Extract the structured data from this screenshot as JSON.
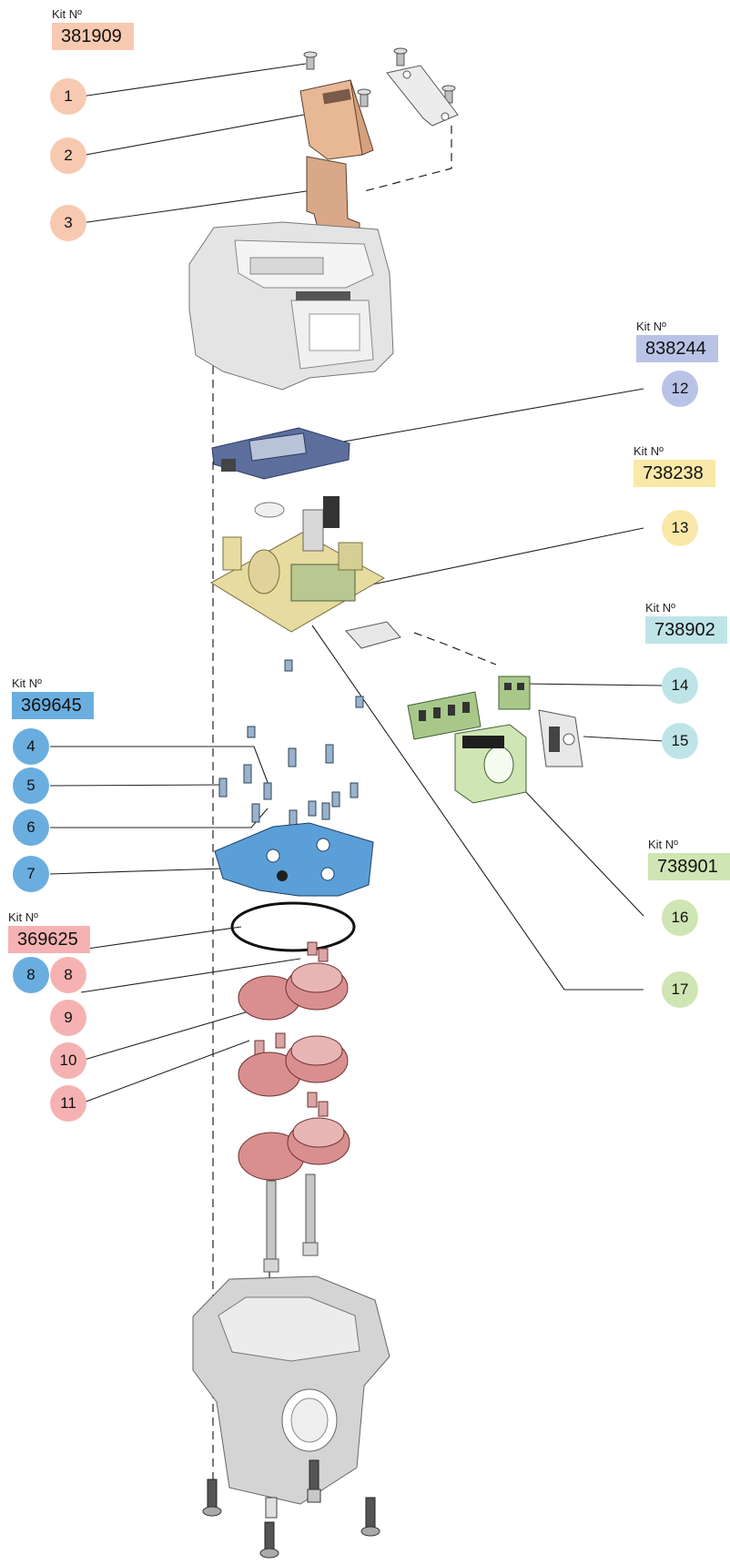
{
  "kits": [
    {
      "id": "kit-381909",
      "label": "Kit Nº",
      "code": "381909",
      "color": "#f7c9b0"
    },
    {
      "id": "kit-838244",
      "label": "Kit Nº",
      "code": "838244",
      "color": "#b9c3e6"
    },
    {
      "id": "kit-738238",
      "label": "Kit Nº",
      "code": "738238",
      "color": "#f9e8a8"
    },
    {
      "id": "kit-738902",
      "label": "Kit Nº",
      "code": "738902",
      "color": "#bfe4e8"
    },
    {
      "id": "kit-369645",
      "label": "Kit Nº",
      "code": "369645",
      "color": "#6aaee0"
    },
    {
      "id": "kit-738901",
      "label": "Kit Nº",
      "code": "738901",
      "color": "#cfe5b3"
    },
    {
      "id": "kit-369625",
      "label": "Kit Nº",
      "code": "369625",
      "color": "#f6b2b2"
    }
  ],
  "callouts": [
    {
      "n": "1",
      "color": "#f7c9b0"
    },
    {
      "n": "2",
      "color": "#f7c9b0"
    },
    {
      "n": "3",
      "color": "#f7c9b0"
    },
    {
      "n": "4",
      "color": "#6aaee0"
    },
    {
      "n": "5",
      "color": "#6aaee0"
    },
    {
      "n": "6",
      "color": "#6aaee0"
    },
    {
      "n": "7",
      "color": "#6aaee0"
    },
    {
      "n": "8",
      "color": "#6aaee0"
    },
    {
      "n": "8",
      "color": "#f6b2b2"
    },
    {
      "n": "9",
      "color": "#f6b2b2"
    },
    {
      "n": "10",
      "color": "#f6b2b2"
    },
    {
      "n": "11",
      "color": "#f6b2b2"
    },
    {
      "n": "12",
      "color": "#b9c3e6"
    },
    {
      "n": "13",
      "color": "#f9e8a8"
    },
    {
      "n": "14",
      "color": "#bfe4e8"
    },
    {
      "n": "15",
      "color": "#bfe4e8"
    },
    {
      "n": "16",
      "color": "#cfe5b3"
    },
    {
      "n": "17",
      "color": "#cfe5b3"
    }
  ],
  "part_colors": {
    "top_cover": "#e8b894",
    "gasket": "#d9a888",
    "housing": "#e4e4e4",
    "pcb_display": "#5c6e9c",
    "pcb_main": "#e6dca0",
    "connector": "#a8c88a",
    "diaphragm": "#5b9fd8",
    "gears": "#d98f8f",
    "body": "#d4d4d4",
    "screw": "#9ab2cc",
    "metal": "#bcbcbc"
  }
}
